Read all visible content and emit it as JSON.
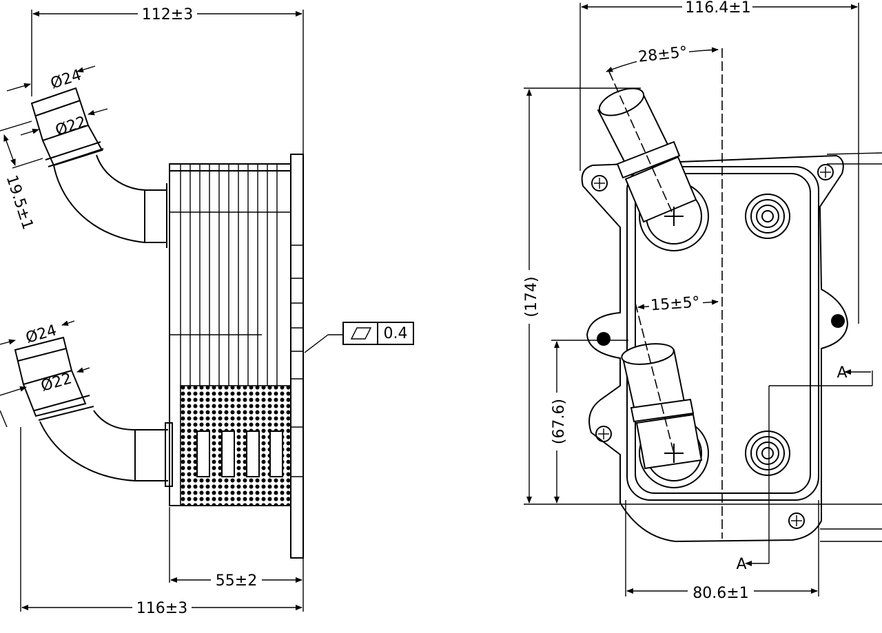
{
  "left_view": {
    "dim_top_width": "112±3",
    "dim_bottom_width": "116±3",
    "dim_body_depth": "55±2",
    "dim_upper_outer_dia": "Ø24",
    "dim_upper_inner_dia": "Ø22",
    "dim_upper_spigot": "19.5±1",
    "dim_lower_outer_dia": "Ø24",
    "dim_lower_inner_dia": "Ø22",
    "flatness_value": "0.4"
  },
  "right_view": {
    "dim_top_width": "116.4±1",
    "dim_bottom_width": "80.6±1",
    "dim_height": "(174)",
    "dim_port_spacing": "(67.6)",
    "dim_upper_angle": "28±5°",
    "dim_lower_angle": "15±5°",
    "section_label_upper": "A",
    "section_label_lower": "A"
  }
}
